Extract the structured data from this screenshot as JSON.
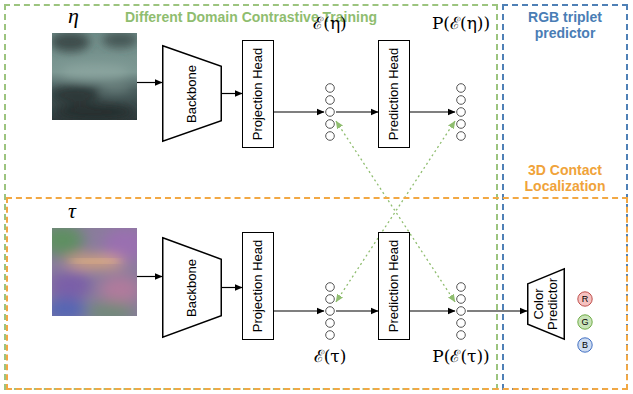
{
  "diagram": {
    "nodes": [
      {
        "text": [
          "Different Domain Contrastive Training"
        ]
      },
      {
        "text": [
          "η"
        ],
        "in": 0
      },
      {
        "text": [
          "Backbone"
        ],
        "in": 0
      },
      {
        "text": [
          "Projection Head"
        ],
        "in": 0
      },
      {
        "text": [
          "ℰ(η)"
        ],
        "in": 0
      },
      {
        "text": [
          "Prediction Head"
        ],
        "in": 0
      },
      {
        "text": [
          "P(ℰ(η))"
        ],
        "in": 0
      },
      {
        "text": [
          "RGB triplet predictor"
        ]
      },
      {
        "text": [
          "3D Contact Localization"
        ]
      },
      {
        "text": [
          "τ"
        ],
        "in": 8
      },
      {
        "text": [
          "Backbone"
        ],
        "in": 8
      },
      {
        "text": [
          "Projection Head"
        ],
        "in": 8
      },
      {
        "text": [
          "ℰ(τ)"
        ],
        "in": 8
      },
      {
        "text": [
          "Prediction Head"
        ],
        "in": 8
      },
      {
        "text": [
          "P(ℰ(τ))"
        ],
        "in": 8
      },
      {
        "text": [
          "Color Predictor"
        ],
        "in": 7
      },
      {
        "text": [
          "R"
        ],
        "in": 7
      },
      {
        "text": [
          "G"
        ],
        "in": 7
      },
      {
        "text": [
          "B"
        ],
        "in": 7
      }
    ],
    "edges": [
      {
        "from": 1,
        "to": 2,
        "arrow": "to"
      },
      {
        "from": 2,
        "to": 3,
        "arrow": "to"
      },
      {
        "from": 3,
        "to": 4,
        "arrow": "to"
      },
      {
        "from": 4,
        "to": 5,
        "arrow": "to"
      },
      {
        "from": 5,
        "to": 6,
        "arrow": "to"
      },
      {
        "from": 9,
        "to": 10,
        "arrow": "to"
      },
      {
        "from": 10,
        "to": 11,
        "arrow": "to"
      },
      {
        "from": 11,
        "to": 12,
        "arrow": "to"
      },
      {
        "from": 12,
        "to": 13,
        "arrow": "to"
      },
      {
        "from": 13,
        "to": 14,
        "arrow": "to"
      },
      {
        "from": 14,
        "to": 15,
        "arrow": "to"
      },
      {
        "from": 4,
        "to": 14,
        "arrow": "both"
      },
      {
        "from": 6,
        "to": 12,
        "arrow": "both"
      }
    ]
  }
}
